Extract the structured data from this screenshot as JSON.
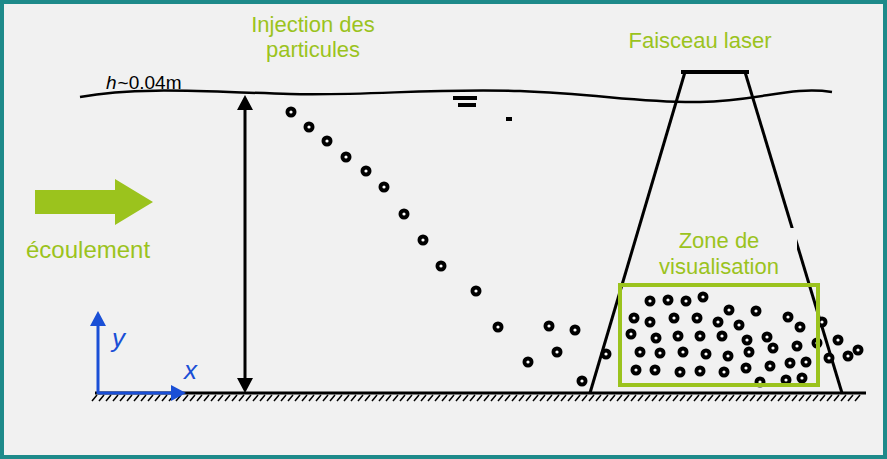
{
  "diagram": {
    "nodes": [
      {
        "text": [
          "Zone de visualisation"
        ]
      }
    ],
    "edges": [],
    "labels": [
      "Injection des particules",
      "Faisceau laser",
      "h",
      "~0.04m",
      "écoulement",
      "y",
      "x"
    ]
  }
}
